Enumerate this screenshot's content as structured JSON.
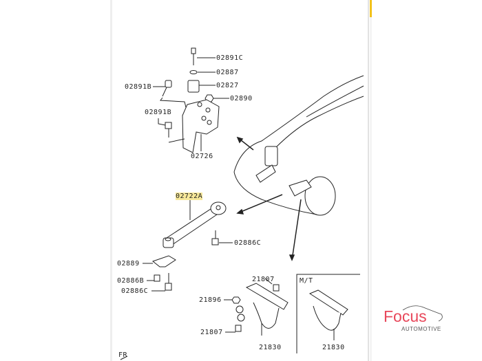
{
  "diagram": {
    "labels": {
      "p02891C": "02891C",
      "p02887": "02887",
      "p02827": "02827",
      "p02891B_a": "02891B",
      "p02890": "02890",
      "p02891B_b": "02891B",
      "p02726": "02726",
      "p02722A": "02722A",
      "p02886C_a": "02886C",
      "p02889": "02889",
      "p02886B": "02886B",
      "p02886C_b": "02886C",
      "p21807_a": "21807",
      "p21896": "21896",
      "p21807_b": "21807",
      "p21830_a": "21830",
      "p21830_b": "21830",
      "mt": "M/T",
      "fr": "FR"
    }
  },
  "logo": {
    "name": "Focus",
    "sub": "AUTOMOTIVE",
    "color": "#e8475a"
  },
  "scrollbar": {
    "thumb_color": "#f2c11a"
  }
}
